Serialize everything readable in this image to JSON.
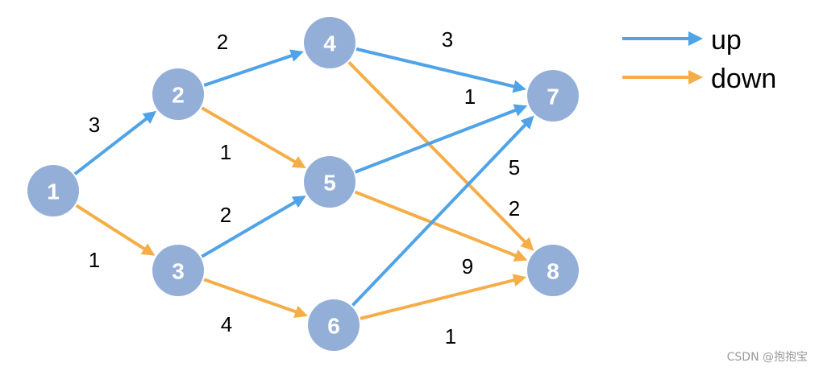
{
  "colors": {
    "up": "#4fa3e6",
    "down": "#f5ad48",
    "node_fill": "#94afd7",
    "node_text": "#ffffff"
  },
  "nodes": [
    {
      "id": "1",
      "label": "1"
    },
    {
      "id": "2",
      "label": "2"
    },
    {
      "id": "3",
      "label": "3"
    },
    {
      "id": "4",
      "label": "4"
    },
    {
      "id": "5",
      "label": "5"
    },
    {
      "id": "6",
      "label": "6"
    },
    {
      "id": "7",
      "label": "7"
    },
    {
      "id": "8",
      "label": "8"
    }
  ],
  "edges": [
    {
      "from": "1",
      "to": "2",
      "kind": "up",
      "weight": "3"
    },
    {
      "from": "1",
      "to": "3",
      "kind": "down",
      "weight": "1"
    },
    {
      "from": "2",
      "to": "4",
      "kind": "up",
      "weight": "2"
    },
    {
      "from": "2",
      "to": "5",
      "kind": "down",
      "weight": "1"
    },
    {
      "from": "3",
      "to": "5",
      "kind": "up",
      "weight": "2"
    },
    {
      "from": "3",
      "to": "6",
      "kind": "down",
      "weight": "4"
    },
    {
      "from": "4",
      "to": "7",
      "kind": "up",
      "weight": "3"
    },
    {
      "from": "4",
      "to": "8",
      "kind": "down",
      "weight": "2"
    },
    {
      "from": "5",
      "to": "7",
      "kind": "up",
      "weight": "1"
    },
    {
      "from": "5",
      "to": "8",
      "kind": "down",
      "weight": "9"
    },
    {
      "from": "6",
      "to": "7",
      "kind": "up",
      "weight": "5"
    },
    {
      "from": "6",
      "to": "8",
      "kind": "down",
      "weight": "1"
    }
  ],
  "legend": {
    "up_label": "up",
    "down_label": "down"
  },
  "watermark": "CSDN @抱抱宝"
}
